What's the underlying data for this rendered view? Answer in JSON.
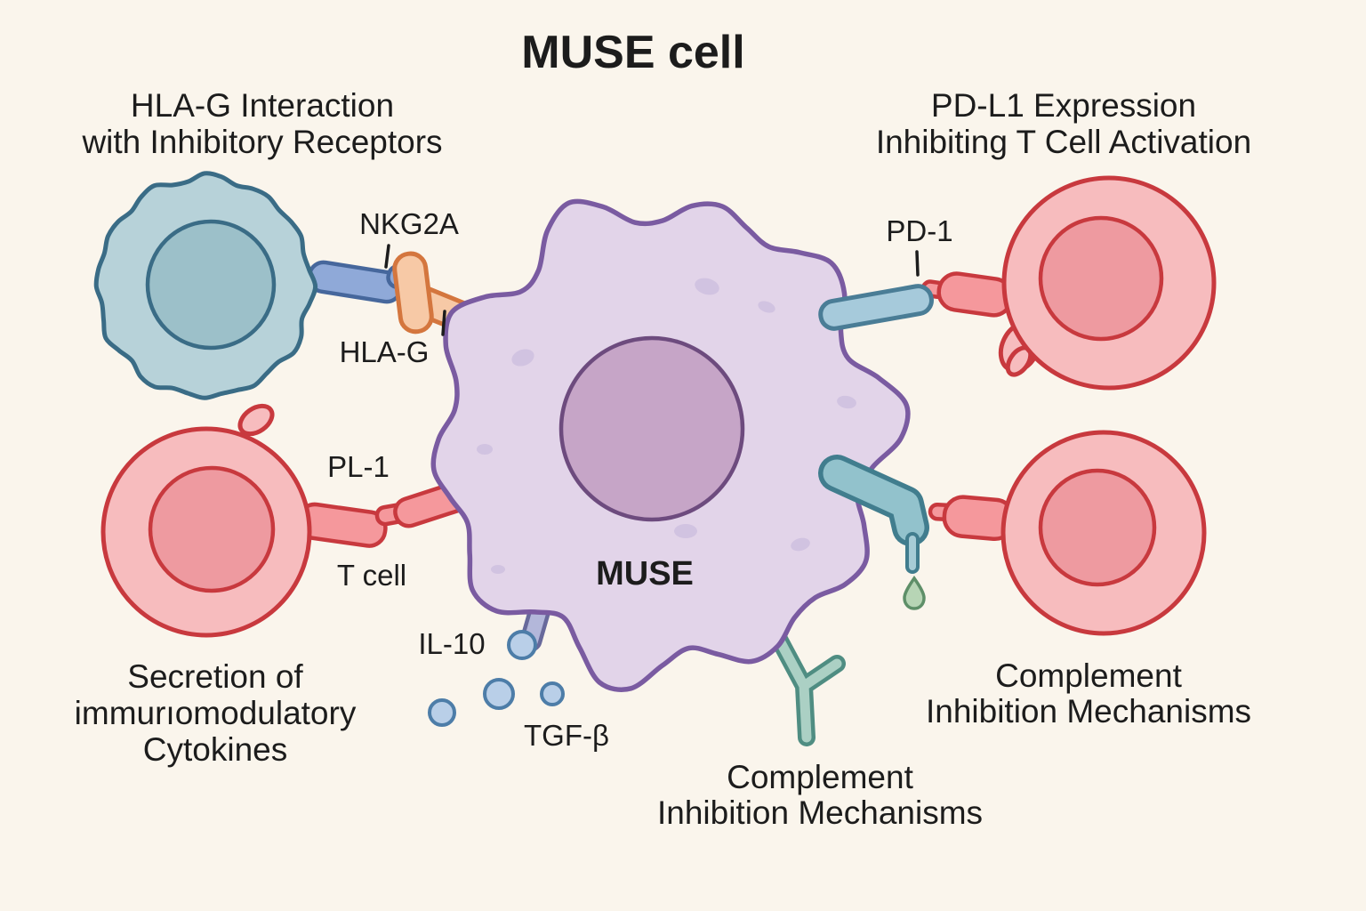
{
  "title": "MUSE cell",
  "sections": {
    "top_left": {
      "lines": [
        "HLA-G Interaction",
        "with Inhibitory Receptors"
      ]
    },
    "top_right": {
      "lines": [
        "PD-L1 Expression",
        "Inhibiting T Cell Activation"
      ]
    },
    "bottom_left": {
      "lines": [
        "Secretion of",
        "immurıomodulatory",
        "Cytokines"
      ]
    },
    "bottom_center": {
      "lines": [
        "Complement",
        "Inhibition Mechanisms"
      ]
    },
    "bottom_right": {
      "lines": [
        "Complement",
        "Inhibition Mechanisms"
      ]
    }
  },
  "molecule_labels": {
    "nkg2a": "NKG2A",
    "hla_g": "HLA-G",
    "pd_1": "PD-1",
    "pl_1": "PL-1",
    "t_cell": "T cell",
    "muse": "MUSE",
    "il_10": "IL-10",
    "tgf_beta": "TGF-β"
  },
  "colors": {
    "background": "#faf5ec",
    "text": "#1c1c1c",
    "muse_body": "#e2d4e9",
    "muse_outline": "#7a5ba1",
    "muse_spot": "#cdbede",
    "muse_nucleus": "#c6a5c7",
    "muse_nucleus_outline": "#6d4b7e",
    "nk_body": "#b7d2d9",
    "nk_outline": "#3a6c86",
    "nk_nucleus": "#9cc0c9",
    "t_body": "#f7bcbe",
    "t_outline": "#c8393e",
    "t_nucleus": "#ee9aa0",
    "receptor_blue": "#8fa9d8",
    "receptor_blue_outline": "#46679c",
    "hla_g_fill": "#f7c9a6",
    "hla_g_outline": "#d4763e",
    "pink_arm_fill": "#f5989c",
    "pd1_arm_fill": "#a6cadb",
    "pd1_arm_outline": "#4a7d96",
    "faucet_fill": "#92c2cc",
    "faucet_outline": "#417d8e",
    "y_fill": "#abd0c4",
    "y_outline": "#4f8d82",
    "drop_fill": "#b7d5b5",
    "drop_outline": "#5e8f68",
    "stub_fill": "#b3b7da",
    "stub_outline": "#68699b",
    "dot_fill": "#b9cfe8",
    "dot_outline": "#4d7da8"
  }
}
